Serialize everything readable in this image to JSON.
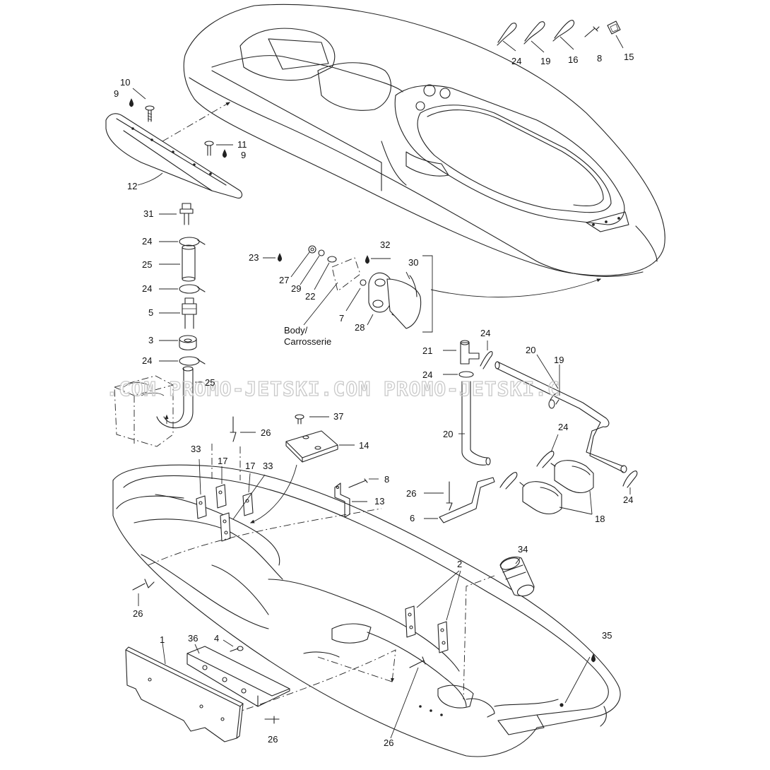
{
  "watermark": ".COM PROMO-JETSKI.COM PROMO-JETSKI.C",
  "body_label": {
    "line1": "Body/",
    "line2": "Carrosserie"
  },
  "callouts": [
    {
      "id": "c-24-top",
      "text": "24"
    },
    {
      "id": "c-19-top",
      "text": "19"
    },
    {
      "id": "c-16",
      "text": "16"
    },
    {
      "id": "c-8-top",
      "text": "8"
    },
    {
      "id": "c-15",
      "text": "15"
    },
    {
      "id": "c-10",
      "text": "10"
    },
    {
      "id": "c-9-a",
      "text": "9"
    },
    {
      "id": "c-11",
      "text": "11"
    },
    {
      "id": "c-9-b",
      "text": "9"
    },
    {
      "id": "c-12",
      "text": "12"
    },
    {
      "id": "c-31",
      "text": "31"
    },
    {
      "id": "c-24-l1",
      "text": "24"
    },
    {
      "id": "c-25-a",
      "text": "25"
    },
    {
      "id": "c-24-l2",
      "text": "24"
    },
    {
      "id": "c-5",
      "text": "5"
    },
    {
      "id": "c-3",
      "text": "3"
    },
    {
      "id": "c-24-l3",
      "text": "24"
    },
    {
      "id": "c-25-b",
      "text": "25"
    },
    {
      "id": "c-23",
      "text": "23"
    },
    {
      "id": "c-32",
      "text": "32"
    },
    {
      "id": "c-27",
      "text": "27"
    },
    {
      "id": "c-29",
      "text": "29"
    },
    {
      "id": "c-22",
      "text": "22"
    },
    {
      "id": "c-7",
      "text": "7"
    },
    {
      "id": "c-28",
      "text": "28"
    },
    {
      "id": "c-30",
      "text": "30"
    },
    {
      "id": "c-21",
      "text": "21"
    },
    {
      "id": "c-24-r1",
      "text": "24"
    },
    {
      "id": "c-20-a",
      "text": "20"
    },
    {
      "id": "c-24-r2",
      "text": "24"
    },
    {
      "id": "c-19-r",
      "text": "19"
    },
    {
      "id": "c-20-b",
      "text": "20"
    },
    {
      "id": "c-24-r3",
      "text": "24"
    },
    {
      "id": "c-24-r4",
      "text": "24"
    },
    {
      "id": "c-37",
      "text": "37"
    },
    {
      "id": "c-26-a",
      "text": "26"
    },
    {
      "id": "c-14",
      "text": "14"
    },
    {
      "id": "c-33-a",
      "text": "33"
    },
    {
      "id": "c-17-a",
      "text": "17"
    },
    {
      "id": "c-17-b",
      "text": "17"
    },
    {
      "id": "c-33-b",
      "text": "33"
    },
    {
      "id": "c-8-mid",
      "text": "8"
    },
    {
      "id": "c-13",
      "text": "13"
    },
    {
      "id": "c-26-b",
      "text": "26"
    },
    {
      "id": "c-6",
      "text": "6"
    },
    {
      "id": "c-18",
      "text": "18"
    },
    {
      "id": "c-34",
      "text": "34"
    },
    {
      "id": "c-2",
      "text": "2"
    },
    {
      "id": "c-26-c",
      "text": "26"
    },
    {
      "id": "c-35",
      "text": "35"
    },
    {
      "id": "c-1",
      "text": "1"
    },
    {
      "id": "c-36",
      "text": "36"
    },
    {
      "id": "c-4",
      "text": "4"
    },
    {
      "id": "c-26-d",
      "text": "26"
    },
    {
      "id": "c-26-e",
      "text": "26"
    }
  ],
  "icons": {
    "adhesive": "droplet-icon",
    "arrow": "arrow-head-icon"
  }
}
